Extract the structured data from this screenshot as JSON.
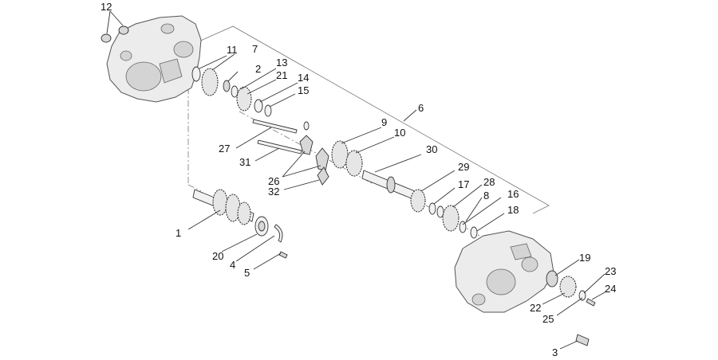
{
  "diagram": {
    "labels": [
      "12",
      "11",
      "7",
      "2",
      "13",
      "21",
      "14",
      "15",
      "6",
      "9",
      "10",
      "30",
      "29",
      "17",
      "28",
      "8",
      "16",
      "18",
      "27",
      "31",
      "26",
      "32",
      "1",
      "20",
      "4",
      "5",
      "19",
      "23",
      "24",
      "22",
      "25",
      "3"
    ]
  }
}
